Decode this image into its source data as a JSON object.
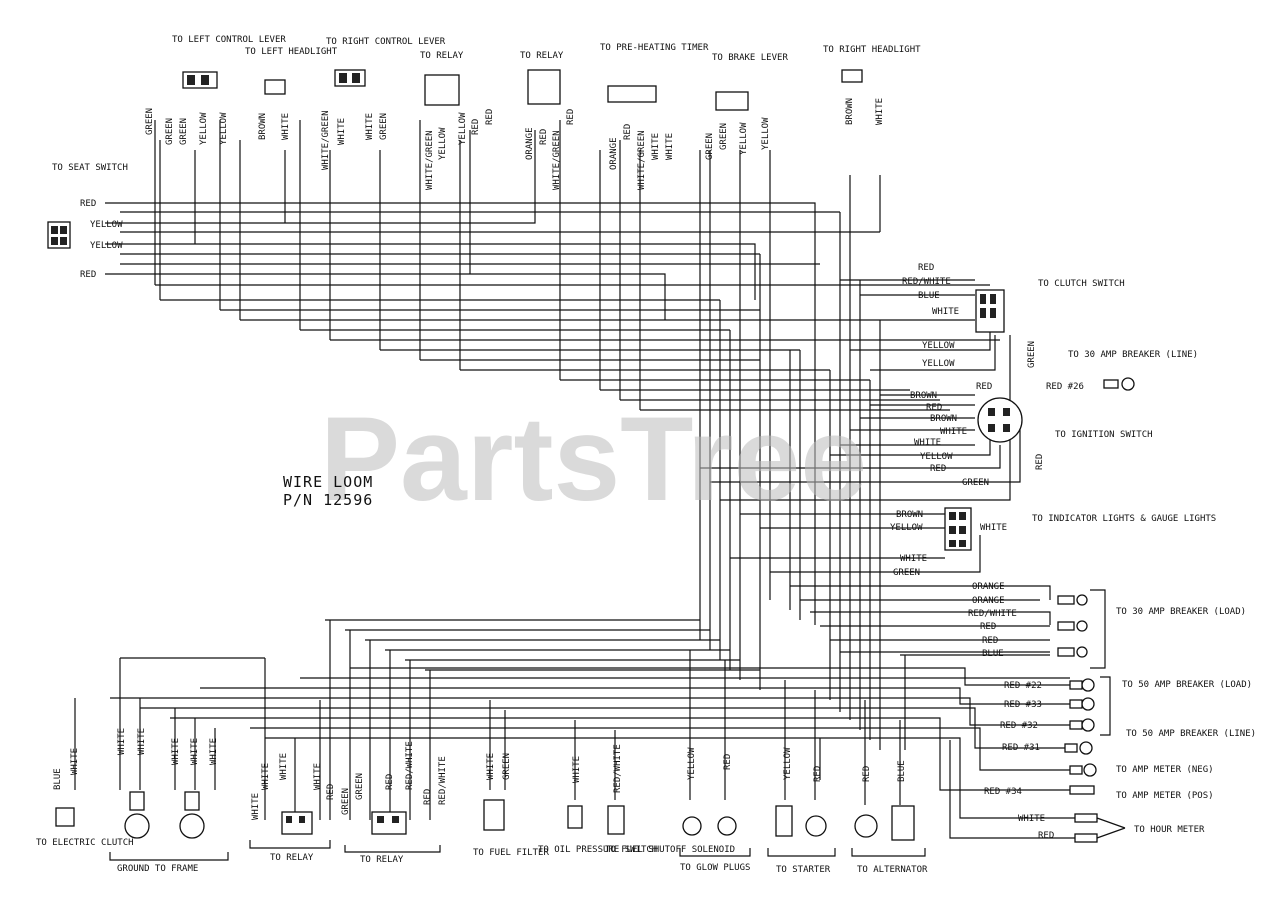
{
  "watermark": "PartsTree",
  "title": {
    "line1": "WIRE LOOM",
    "line2": "P/N 12596"
  },
  "top_connectors": {
    "left_control_lever": "TO LEFT CONTROL LEVER",
    "left_headlight": "TO LEFT HEADLIGHT",
    "right_control_lever": "TO RIGHT CONTROL LEVER",
    "relay_1": "TO RELAY",
    "relay_2": "TO RELAY",
    "pre_heating_timer": "TO PRE-HEATING TIMER",
    "brake_lever": "TO BRAKE LEVER",
    "right_headlight": "TO RIGHT HEADLIGHT"
  },
  "top_wires": {
    "left_control_lever": [
      "GREEN",
      "GREEN",
      "GREEN",
      "YELLOW",
      "YELLOW"
    ],
    "left_headlight": [
      "BROWN",
      "WHITE"
    ],
    "right_control_lever": [
      "WHITE/GREEN",
      "WHITE",
      "WHITE",
      "GREEN"
    ],
    "relay_1": [
      "WHITE/GREEN",
      "YELLOW",
      "YELLOW",
      "RED",
      "RED"
    ],
    "relay_2": [
      "ORANGE",
      "RED",
      "WHITE/GREEN",
      "RED"
    ],
    "pre_heating_timer": [
      "ORANGE",
      "RED",
      "WHITE/GREEN",
      "WHITE",
      "WHITE"
    ],
    "brake_lever": [
      "GREEN",
      "GREEN",
      "YELLOW",
      "YELLOW"
    ],
    "right_headlight": [
      "BROWN",
      "WHITE"
    ]
  },
  "seat_switch": {
    "label": "TO SEAT SWITCH",
    "wires": [
      "RED",
      "YELLOW",
      "YELLOW",
      "RED"
    ]
  },
  "clutch_switch": {
    "label": "TO CLUTCH SWITCH",
    "wires": [
      "RED",
      "RED/WHITE",
      "BLUE",
      "WHITE",
      "YELLOW",
      "YELLOW"
    ],
    "side_wire": "GREEN"
  },
  "breaker_30_line": {
    "label": "TO 30 AMP BREAKER (LINE)",
    "wire": "RED #26"
  },
  "ignition_switch": {
    "label": "TO IGNITION SWITCH",
    "wires": [
      "BROWN",
      "RED",
      "BROWN",
      "WHITE",
      "WHITE",
      "YELLOW",
      "RED",
      "GREEN"
    ],
    "top_wire": "RED",
    "side_wire": "RED"
  },
  "indicator_lights": {
    "label": "TO INDICATOR LIGHTS & GAUGE LIGHTS",
    "wires": [
      "BROWN",
      "YELLOW",
      "WHITE",
      "GREEN"
    ],
    "side_wire": "WHITE"
  },
  "breaker_30_load": {
    "label": "TO 30 AMP BREAKER (LOAD)",
    "wires": [
      "ORANGE",
      "ORANGE",
      "RED/WHITE",
      "RED",
      "RED",
      "BLUE"
    ]
  },
  "breaker_50_load": {
    "label": "TO 50 AMP BREAKER (LOAD)",
    "wires": [
      "RED #22",
      "RED #33",
      "RED #32"
    ]
  },
  "breaker_50_line": {
    "label": "TO 50 AMP BREAKER (LINE)",
    "wire": "RED #31"
  },
  "amp_meter_neg": {
    "label": "TO AMP METER (NEG)"
  },
  "amp_meter_pos": {
    "label": "TO AMP METER (POS)",
    "wire": "RED #34"
  },
  "hour_meter": {
    "label": "TO HOUR METER",
    "wires": [
      "WHITE",
      "RED"
    ]
  },
  "bottom_connectors": {
    "electric_clutch": {
      "label": "TO ELECTRIC CLUTCH",
      "wires": [
        "BLUE",
        "WHITE"
      ]
    },
    "ground_to_frame": {
      "label": "GROUND TO FRAME",
      "wires": [
        "WHITE",
        "WHITE",
        "WHITE",
        "WHITE",
        "WHITE"
      ]
    },
    "relay_3": {
      "label": "TO RELAY",
      "wires": [
        "WHITE",
        "WHITE",
        "WHITE",
        "WHITE",
        "RED"
      ]
    },
    "relay_4": {
      "label": "TO RELAY",
      "wires": [
        "GREEN",
        "GREEN",
        "RED",
        "RED/WHITE",
        "RED",
        "RED/WHITE"
      ]
    },
    "fuel_filter": {
      "label": "TO FUEL FILTER",
      "wires": [
        "WHITE",
        "GREEN"
      ]
    },
    "oil_pressure": {
      "label": "TO OIL PRESSURE SWITCH",
      "wires": [
        "WHITE"
      ]
    },
    "fuel_shutoff": {
      "label": "TO FUEL SHUTOFF SOLENOID",
      "wires": [
        "RED/WHITE"
      ]
    },
    "glow_plugs": {
      "label": "TO GLOW PLUGS",
      "wires": [
        "YELLOW",
        "RED"
      ]
    },
    "starter": {
      "label": "TO STARTER",
      "wires": [
        "YELLOW",
        "RED"
      ]
    },
    "alternator": {
      "label": "TO ALTERNATOR",
      "wires": [
        "RED",
        "BLUE"
      ]
    }
  }
}
